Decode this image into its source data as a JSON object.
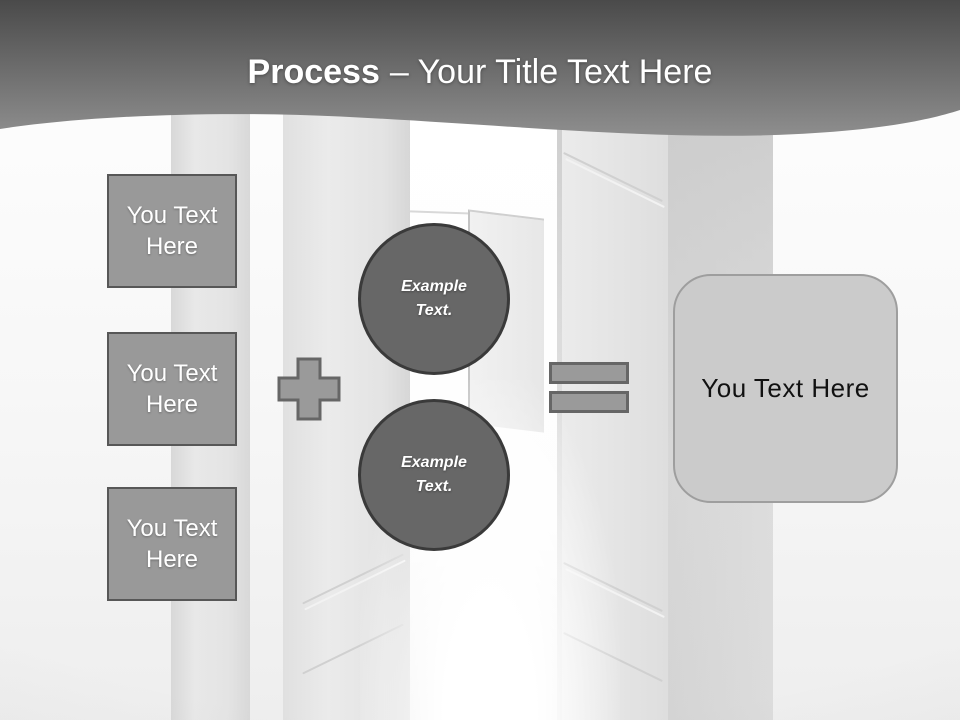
{
  "header": {
    "title_bold": "Process",
    "title_rest": "– Your Title Text Here",
    "band_top_color": "#4a4a4a",
    "band_bottom_color": "#8e8e8e",
    "title_color": "#ffffff"
  },
  "inputs": [
    {
      "label": "You Text Here"
    },
    {
      "label": "You Text Here"
    },
    {
      "label": "You Text Here"
    }
  ],
  "circles": [
    {
      "label": "Example Text."
    },
    {
      "label": "Example Text."
    }
  ],
  "operators": {
    "plus_icon": "plus-sign",
    "equals_icon": "equals-sign"
  },
  "result": {
    "label": "You Text Here"
  },
  "colors": {
    "input_fill": "#999999",
    "input_border": "#575757",
    "circle_fill": "#676767",
    "circle_border": "#3a3a3a",
    "operator_fill": "#9a9a9a",
    "operator_border": "#666666",
    "result_fill": "#cbcbcb",
    "result_border": "#9e9e9e"
  }
}
